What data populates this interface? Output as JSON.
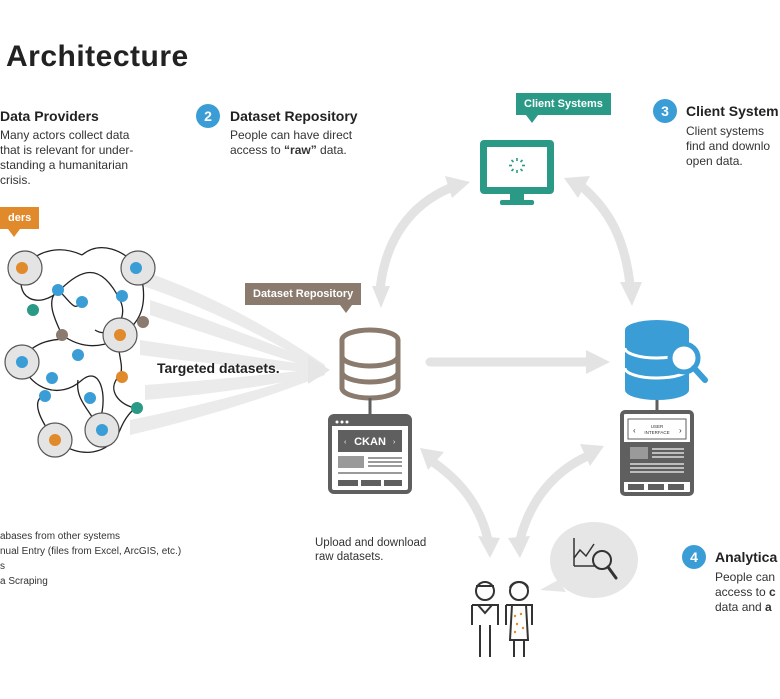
{
  "title": "Architecture",
  "sections": {
    "data_providers": {
      "heading": "Data Providers",
      "lines": [
        "Many actors collect data",
        "that is relevant for under-",
        "standing a humanitarian",
        "crisis."
      ],
      "tag": "ders"
    },
    "dataset_repository": {
      "number": "2",
      "heading": "Dataset Repository",
      "line1": "People can have direct",
      "line2_pre": "access to ",
      "line2_bold": "“raw”",
      "line2_post": " data.",
      "tag": "Dataset Repository"
    },
    "client_systems": {
      "number": "3",
      "heading": "Client System",
      "lines": [
        "Client systems",
        "find and downlo",
        "open data."
      ],
      "tag": "Client Systems"
    },
    "analytical": {
      "number": "4",
      "heading": "Analytica",
      "line1": "People can",
      "line2_pre": "access to ",
      "line2_bold": "c",
      "line3_pre": "data and ",
      "line3_bold": "a"
    }
  },
  "labels": {
    "targeted": "Targeted datasets.",
    "upload_lines": [
      "Upload and download",
      "raw datasets."
    ],
    "ckan": "CKAN",
    "user_interface": [
      "USER",
      "INTERFACE"
    ]
  },
  "source_list": [
    "abases from other systems",
    "nual Entry (files from Excel, ArcGIS, etc.)",
    "s",
    "a Scraping"
  ],
  "colors": {
    "blue": "#3a9dd6",
    "teal": "#2a9a86",
    "orange": "#e08a2c",
    "brown": "#8a7b6e",
    "gray": "#5f5f5f",
    "arrow": "#e0e0e0"
  }
}
